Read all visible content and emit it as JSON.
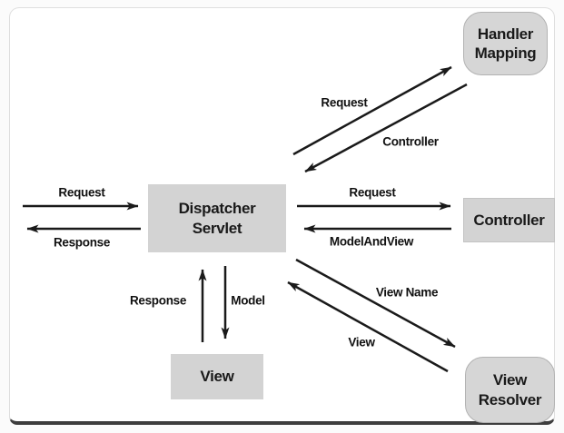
{
  "diagram": {
    "type": "flow-diagram",
    "subject": "Spring MVC DispatcherServlet request flow",
    "colors": {
      "node_fill": "#d3d3d3",
      "rounded_node_fill": "#d6d6d6",
      "node_border": "#b2b2b2",
      "arrow": "#1a1a1a",
      "frame_border": "#dedede",
      "frame_bottom_edge": "#3d3d3d",
      "background": "#ffffff",
      "text": "#111111"
    },
    "nodes": [
      {
        "id": "dispatcher-servlet",
        "label": "Dispatcher Servlet",
        "shape": "rectangle"
      },
      {
        "id": "handler-mapping",
        "label": "Handler Mapping",
        "shape": "rounded"
      },
      {
        "id": "controller",
        "label": "Controller",
        "shape": "rectangle"
      },
      {
        "id": "view-resolver",
        "label": "View Resolver",
        "shape": "rounded"
      },
      {
        "id": "view",
        "label": "View",
        "shape": "rectangle"
      }
    ],
    "edges": [
      {
        "from": "client",
        "to": "dispatcher-servlet",
        "label": "Request"
      },
      {
        "from": "dispatcher-servlet",
        "to": "client",
        "label": "Response"
      },
      {
        "from": "dispatcher-servlet",
        "to": "handler-mapping",
        "label": "Request"
      },
      {
        "from": "handler-mapping",
        "to": "dispatcher-servlet",
        "label": "Controller"
      },
      {
        "from": "dispatcher-servlet",
        "to": "controller",
        "label": "Request"
      },
      {
        "from": "controller",
        "to": "dispatcher-servlet",
        "label": "ModelAndView"
      },
      {
        "from": "dispatcher-servlet",
        "to": "view-resolver",
        "label": "View Name"
      },
      {
        "from": "view-resolver",
        "to": "dispatcher-servlet",
        "label": "View"
      },
      {
        "from": "view",
        "to": "dispatcher-servlet",
        "label": "Response"
      },
      {
        "from": "dispatcher-servlet",
        "to": "view",
        "label": "Model"
      }
    ]
  }
}
